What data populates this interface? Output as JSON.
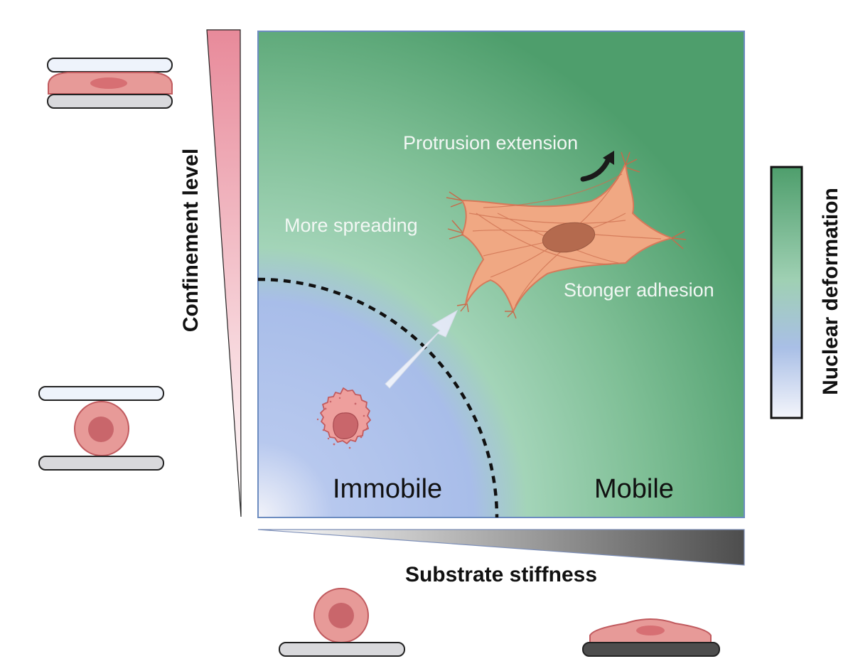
{
  "figure": {
    "region_labels": {
      "immobile": "Immobile",
      "mobile": "Mobile"
    },
    "annotations": {
      "protrusion": "Protrusion extension",
      "spreading": "More spreading",
      "adhesion": "Stonger adhesion"
    },
    "axes": {
      "y_label": "Confinement level",
      "x_label": "Substrate stiffness"
    },
    "colorbar": {
      "label": "Nuclear deformation",
      "colors": [
        "#4e9e6c",
        "#9fd0b3",
        "#a9bfe6",
        "#f1f3fa"
      ]
    },
    "colors": {
      "panel_green": "#56a574",
      "panel_light_green": "#a3d4b8",
      "immobile_blue": "#a8bde9",
      "cell_orange": "#f0a883",
      "cell_pink": "#e79a98",
      "confinement_pink": "#e88a9a",
      "stiffness_gray": "#555555"
    }
  }
}
